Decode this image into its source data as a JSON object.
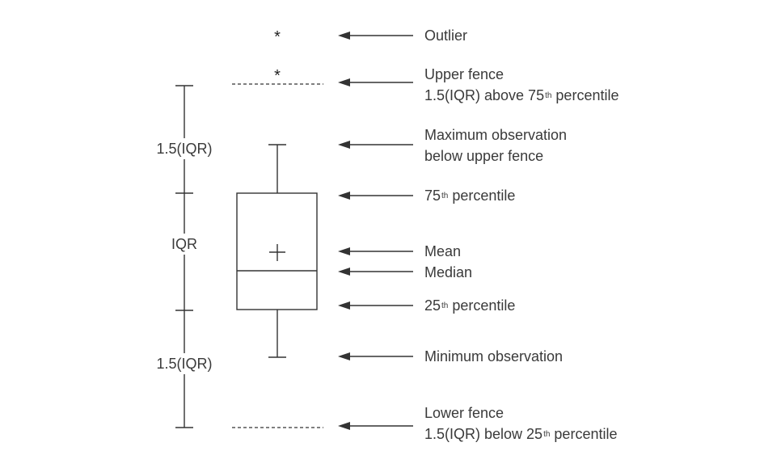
{
  "labels": {
    "outlier": "Outlier",
    "upper_fence": "Upper fence",
    "upper_fence_pre": "1.5(IQR) above 75",
    "upper_fence_sup": "th",
    "upper_fence_post": " percentile",
    "max_obs_line1": "Maximum observation",
    "max_obs_line2": "below upper fence",
    "p75_num": "75",
    "p75_sup": "th",
    "p75_text": " percentile",
    "mean": "Mean",
    "median": "Median",
    "p25_num": "25",
    "p25_sup": "th",
    "p25_text": " percentile",
    "min_obs": "Minimum observation",
    "lower_fence": "Lower fence",
    "lower_fence_pre": "1.5(IQR) below 25",
    "lower_fence_sup": "th",
    "lower_fence_post": " percentile"
  },
  "side_labels": {
    "upper_span": "1.5(IQR)",
    "iqr_span": "IQR",
    "lower_span": "1.5(IQR)"
  },
  "symbols": {
    "outlier_marker": "*",
    "mean_marker": "+"
  },
  "colors": {
    "line": "#333333",
    "text": "#3a3a3a",
    "background": "#ffffff"
  }
}
